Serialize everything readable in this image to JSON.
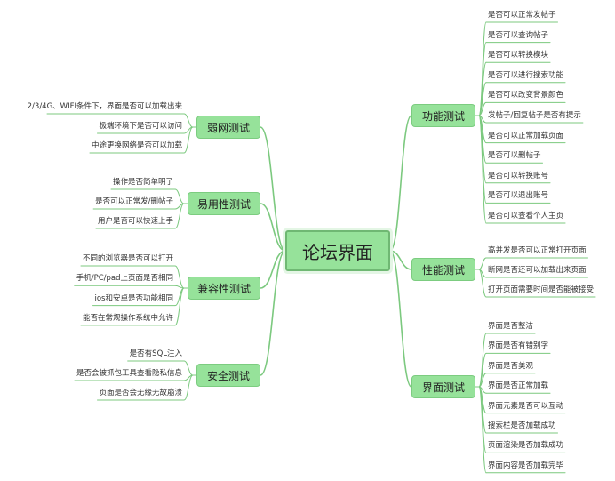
{
  "colors": {
    "line": "#7cc97f",
    "node_fill": "#96e29a",
    "node_border": "#6fb873"
  },
  "root": {
    "label": "论坛界面"
  },
  "branches": [
    {
      "id": "func",
      "side": "right",
      "label": "功能测试",
      "items": [
        "是否可以正常发帖子",
        "是否可以查询帖子",
        "是否可以转换模块",
        "是否可以进行搜索功能",
        "是否可以改变背景颜色",
        "发帖子/回复帖子是否有提示",
        "是否可以正常加载页面",
        "是否可以删帖子",
        "是否可以转换账号",
        "是否可以退出账号",
        "是否可以查看个人主页"
      ]
    },
    {
      "id": "perf",
      "side": "right",
      "label": "性能测试",
      "items": [
        "高并发是否可以正常打开页面",
        "断网是否还可以加载出来页面",
        "打开页面需要时间是否能被接受"
      ]
    },
    {
      "id": "ui",
      "side": "right",
      "label": "界面测试",
      "items": [
        "界面是否整洁",
        "界面是否有错别字",
        "界面是否美观",
        "界面是否正常加载",
        "界面元素是否可以互动",
        "搜索栏是否加载成功",
        "页面渲染是否加载成功",
        "界面内容是否加载完毕"
      ]
    },
    {
      "id": "weak",
      "side": "left",
      "label": "弱网测试",
      "items": [
        "2/3/4G、WIFI条件下，界面是否可以加载出来",
        "极端环境下是否可以访问",
        "中途更换网络是否可以加载"
      ]
    },
    {
      "id": "usab",
      "side": "left",
      "label": "易用性测试",
      "items": [
        "操作是否简单明了",
        "是否可以正常发/删帖子",
        "用户是否可以快速上手"
      ]
    },
    {
      "id": "compat",
      "side": "left",
      "label": "兼容性测试",
      "items": [
        "不同的浏览器是否可以打开",
        "手机/PC/pad上页面是否相同",
        "ios和安卓是否功能相同",
        "能否在常规操作系统中允许"
      ]
    },
    {
      "id": "sec",
      "side": "left",
      "label": "安全测试",
      "items": [
        "是否有SQL注入",
        "是否会被抓包工具查看隐私信息",
        "页面是否会无缘无故崩溃"
      ]
    }
  ]
}
